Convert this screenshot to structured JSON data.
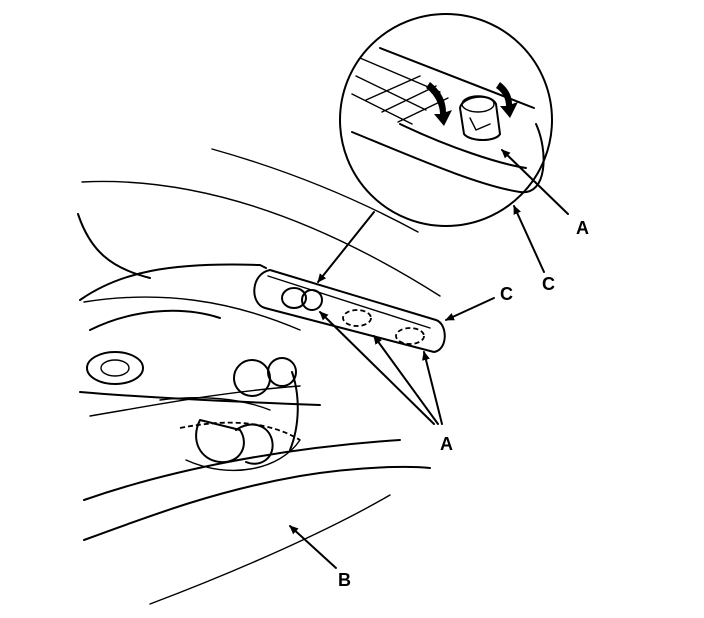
{
  "labels": {
    "a_inset": "A",
    "c_inset": "C",
    "c_main": "C",
    "a_main": "A",
    "b": "B"
  }
}
